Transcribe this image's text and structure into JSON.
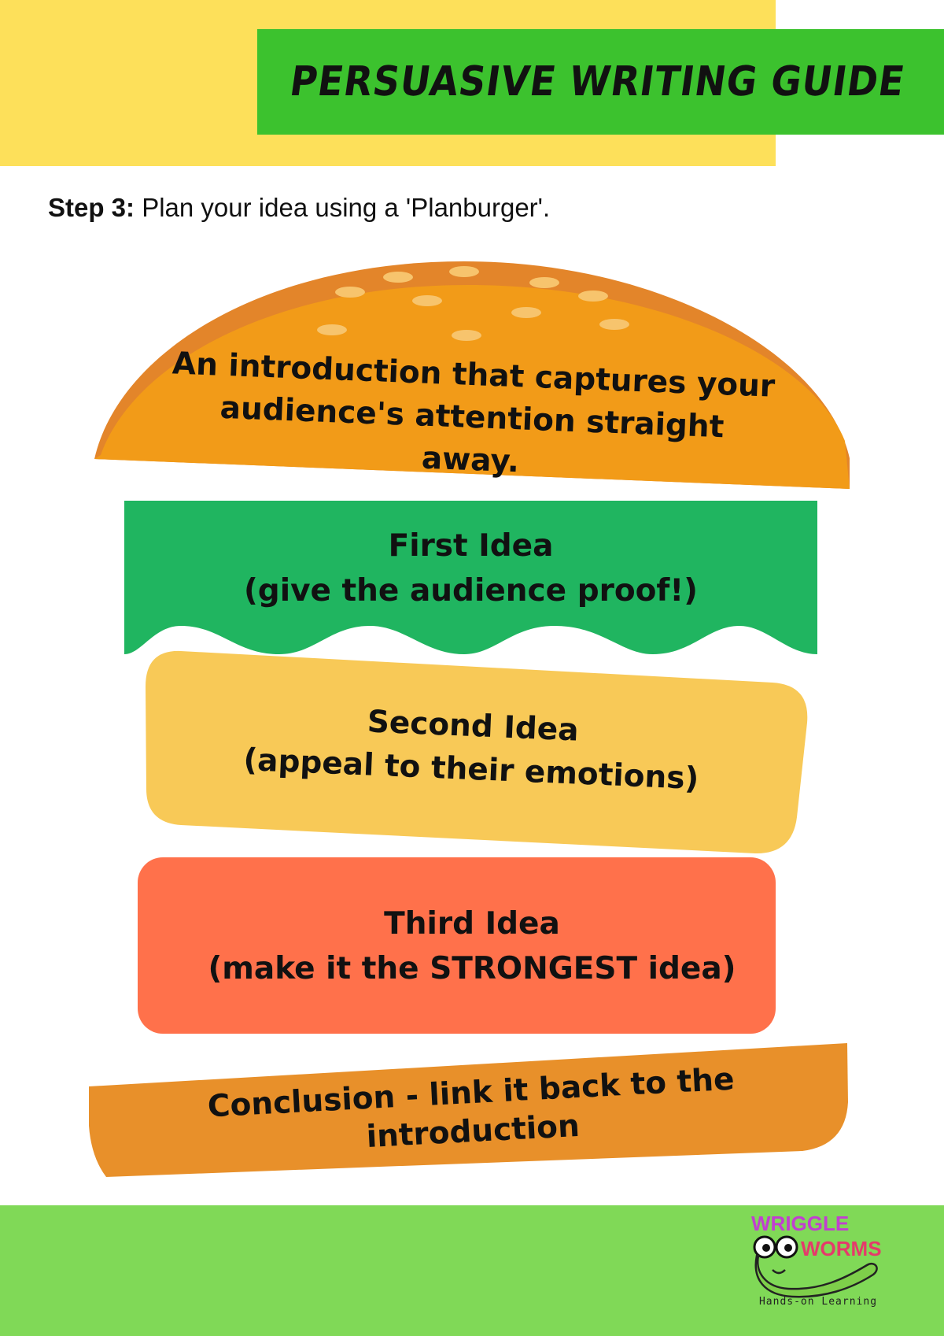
{
  "header": {
    "title": "PERSUASIVE WRITING GUIDE"
  },
  "step": {
    "label": "Step 3:",
    "text": " Plan your idea using a 'Planburger'."
  },
  "burger": {
    "top_bun": {
      "line1": "An introduction that captures your",
      "line2": "audience's attention straight away."
    },
    "lettuce": {
      "line1": "First Idea",
      "line2": "(give the audience proof!)"
    },
    "cheese": {
      "line1": "Second Idea",
      "line2": "(appeal to their emotions)"
    },
    "patty": {
      "line1": "Third Idea",
      "line2": "(make it the STRONGEST idea)"
    },
    "bottom_bun": {
      "line1": "Conclusion - link it back to the",
      "line2": "introduction"
    }
  },
  "logo": {
    "word1": "WRIGGLE",
    "word2": "WORMS",
    "tagline": "Hands-on Learning"
  },
  "colors": {
    "header_yellow": "#fde05a",
    "header_green": "#3cc22e",
    "bun": "#f29b18",
    "bun_edge": "#e3852a",
    "lettuce": "#20b560",
    "cheese": "#f8c957",
    "patty": "#ff714b",
    "bottom_bun": "#e8902a",
    "footer": "#80d957"
  }
}
